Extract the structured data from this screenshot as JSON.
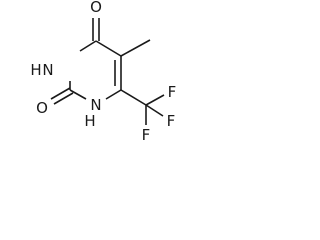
{
  "molecule": {
    "atoms": {
      "o_top": "O",
      "o_left": "O",
      "nh_upper": "H",
      "n_upper": "N",
      "nh_lower": "H",
      "n_lower": "N",
      "f_upper": "F",
      "f_lower_left": "F",
      "f_lower_right": "F"
    }
  }
}
